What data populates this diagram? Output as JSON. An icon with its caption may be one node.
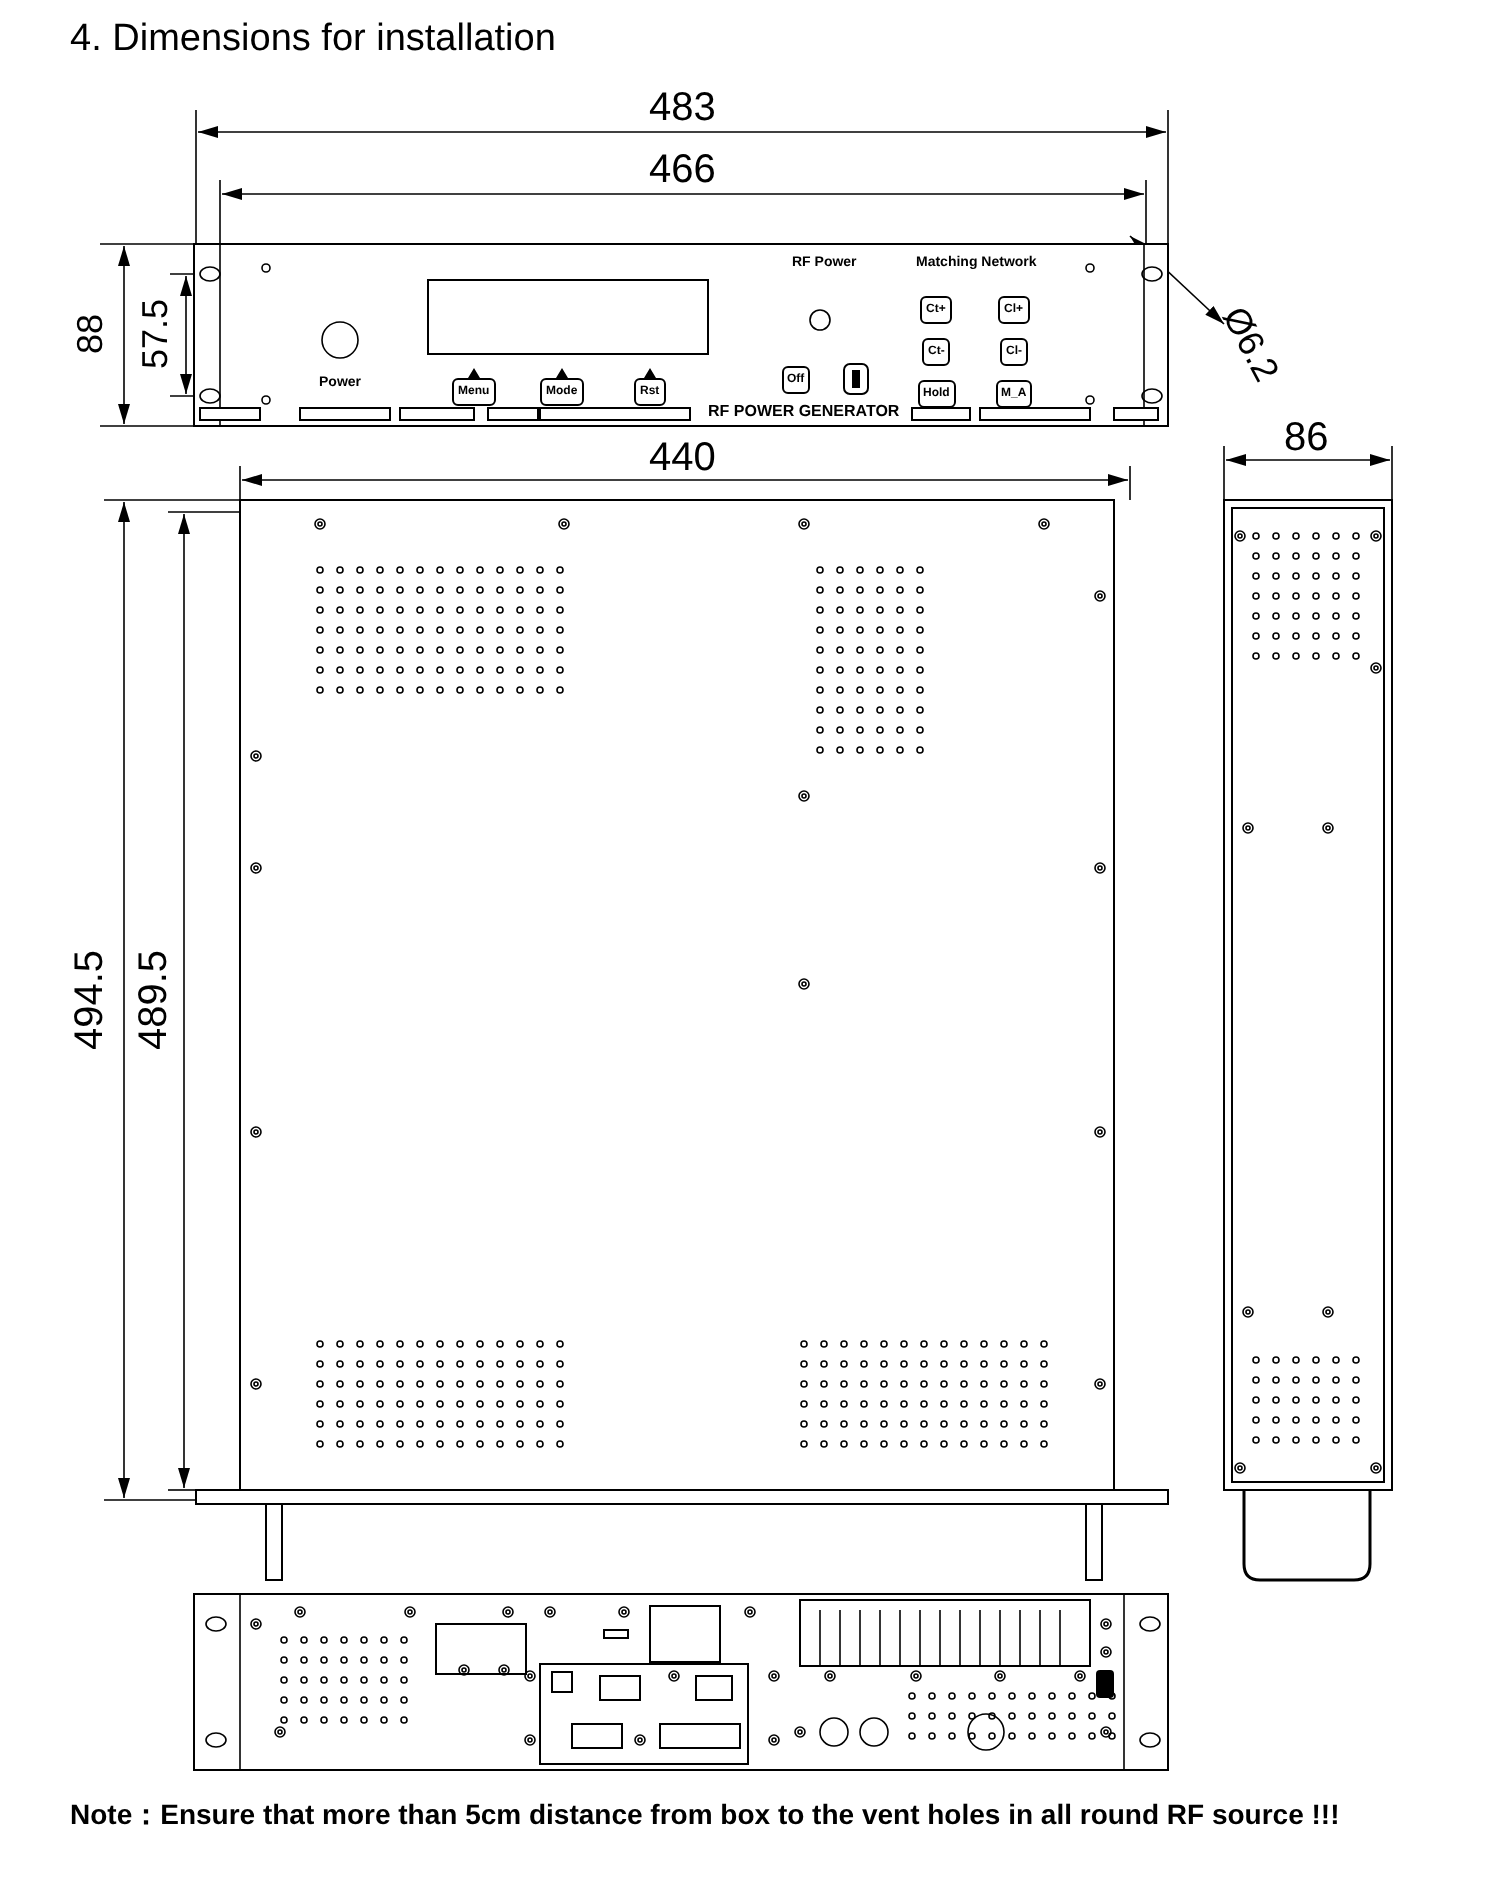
{
  "diagram": {
    "title": "4. Dimensions for installation",
    "caption": "Note：Ensure that more than 5cm distance from box to the vent holes in all round RF source !!!",
    "labels": [
      "483",
      "466",
      "88",
      "57.5",
      "Ø6.2",
      "RF Power",
      "Matching Network",
      "Ct+",
      "Cl+",
      "Ct-",
      "Cl-",
      "Power",
      "Menu",
      "Mode",
      "Rst",
      "Off",
      "Hold",
      "M_A",
      "RF POWER GENERATOR",
      "440",
      "86",
      "494.5",
      "489.5"
    ]
  }
}
